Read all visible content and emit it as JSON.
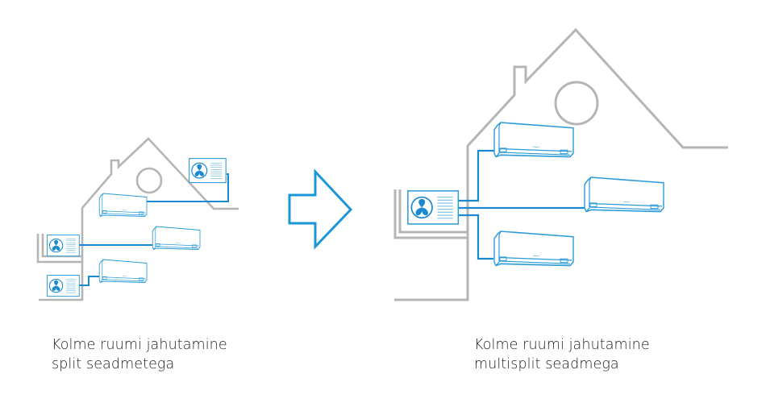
{
  "colors": {
    "house": "#b5b5b5",
    "pipe": "#1a8ad0",
    "unit_outline": "#2a9ad8",
    "fan": "#1a8ad0",
    "arrow": "#1a96d6",
    "text": "#1e1e1e",
    "background": "#ffffff"
  },
  "left_diagram": {
    "name": "split-system",
    "outdoor_units": 3,
    "indoor_units": 3,
    "caption": {
      "line1": "Kolme ruumi jahutamine",
      "line2": "split seadmetega"
    }
  },
  "transition_icon": "right-arrow-icon",
  "right_diagram": {
    "name": "multisplit-system",
    "outdoor_units": 1,
    "indoor_units": 3,
    "caption": {
      "line1": "Kolme ruumi jahutamine",
      "line2": "multisplit seadmega"
    }
  }
}
